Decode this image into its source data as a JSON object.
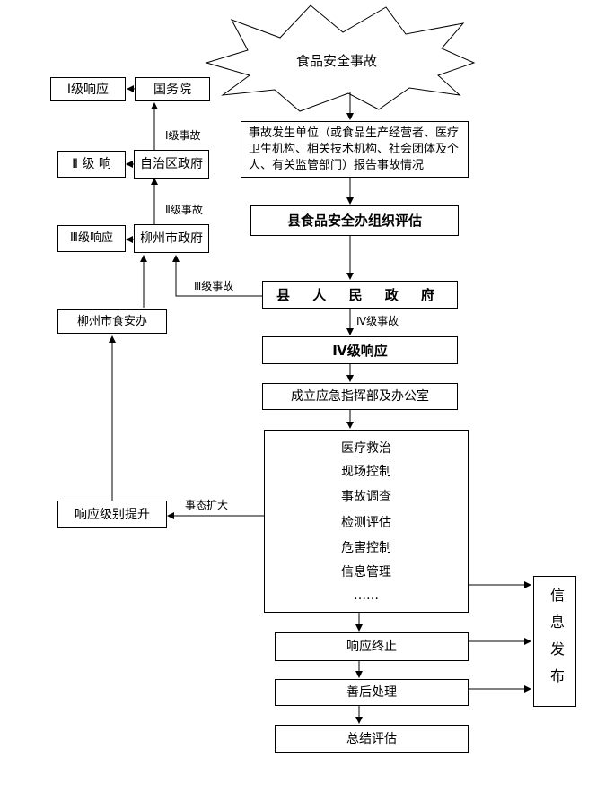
{
  "start_event": "食品安全事故",
  "report_box": "事故发生单位（或食品生产经营者、医疗卫生机构、相关技术机构、社会团体及个人、有关监管部门）报告事故情况",
  "county_food_office": "县食品安全办组织评估",
  "county_government": "县 人 民 政 府",
  "level4_event": "Ⅳ级事故",
  "level4_response": "Ⅳ级响应",
  "command_center": "成立应急指挥部及办公室",
  "response_items": [
    "医疗救治",
    "现场控制",
    "事故调查",
    "检测评估",
    "危害控制",
    "信息管理",
    "……"
  ],
  "left_chain": {
    "state_council": "国务院",
    "level1_response": "Ⅰ级响应",
    "level1_event": "Ⅰ级事故",
    "autonomous_gov": "自治区政府",
    "level2_response": "Ⅱ 级 响",
    "level2_event": "Ⅱ级事故",
    "liuzhou_gov": "柳州市政府",
    "level3_response": "Ⅲ级响应",
    "level3_event": "Ⅲ级事故",
    "liuzhou_food_office": "柳州市食安办",
    "escalate": "响应级别提升",
    "situation_expand": "事态扩大"
  },
  "response_end": "响应终止",
  "aftermath": "善后处理",
  "summary": "总结评估",
  "info_release": "信息发布"
}
